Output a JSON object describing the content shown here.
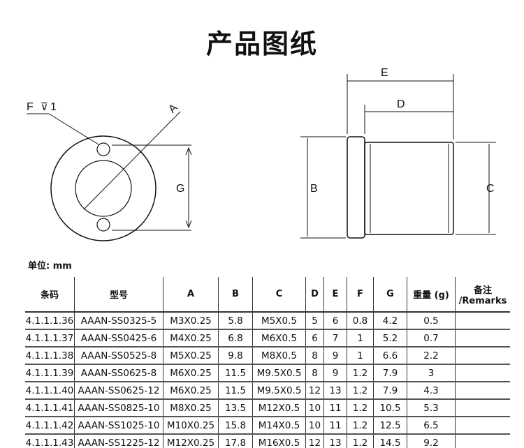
{
  "title": "产品图纸",
  "unit_label": "单位: mm",
  "drawing": {
    "labels": {
      "A": "A",
      "B": "B",
      "C": "C",
      "D": "D",
      "E": "E",
      "F": "F",
      "G": "G",
      "f_note": "1"
    }
  },
  "table": {
    "headers": [
      "条码",
      "型号",
      "A",
      "B",
      "C",
      "D",
      "E",
      "F",
      "G",
      "重量 (g)",
      "备注\n/Remarks"
    ],
    "header_remarks_1": "备注",
    "header_remarks_2": "/Remarks",
    "rows": [
      [
        "4.1.1.1.36",
        "AAAN-SS0325-5",
        "M3X0.25",
        "5.8",
        "M5X0.5",
        "5",
        "6",
        "0.8",
        "4.2",
        "0.5",
        ""
      ],
      [
        "4.1.1.1.37",
        "AAAN-SS0425-6",
        "M4X0.25",
        "6.8",
        "M6X0.5",
        "6",
        "7",
        "1",
        "5.2",
        "0.7",
        ""
      ],
      [
        "4.1.1.1.38",
        "AAAN-SS0525-8",
        "M5X0.25",
        "9.8",
        "M8X0.5",
        "8",
        "9",
        "1",
        "6.6",
        "2.2",
        ""
      ],
      [
        "4.1.1.1.39",
        "AAAN-SS0625-8",
        "M6X0.25",
        "11.5",
        "M9.5X0.5",
        "8",
        "9",
        "1.2",
        "7.9",
        "3",
        ""
      ],
      [
        "4.1.1.1.40",
        "AAAN-SS0625-12",
        "M6X0.25",
        "11.5",
        "M9.5X0.5",
        "12",
        "13",
        "1.2",
        "7.9",
        "4.3",
        ""
      ],
      [
        "4.1.1.1.41",
        "AAAN-SS0825-10",
        "M8X0.25",
        "13.5",
        "M12X0.5",
        "10",
        "11",
        "1.2",
        "10.5",
        "5.3",
        ""
      ],
      [
        "4.1.1.1.42",
        "AAAN-SS1025-10",
        "M10X0.25",
        "15.8",
        "M14X0.5",
        "10",
        "11",
        "1.2",
        "12.5",
        "6.5",
        ""
      ],
      [
        "4.1.1.1.43",
        "AAAN-SS1225-12",
        "M12X0.25",
        "17.8",
        "M16X0.5",
        "12",
        "13",
        "1.2",
        "14.5",
        "9.2",
        ""
      ]
    ]
  }
}
